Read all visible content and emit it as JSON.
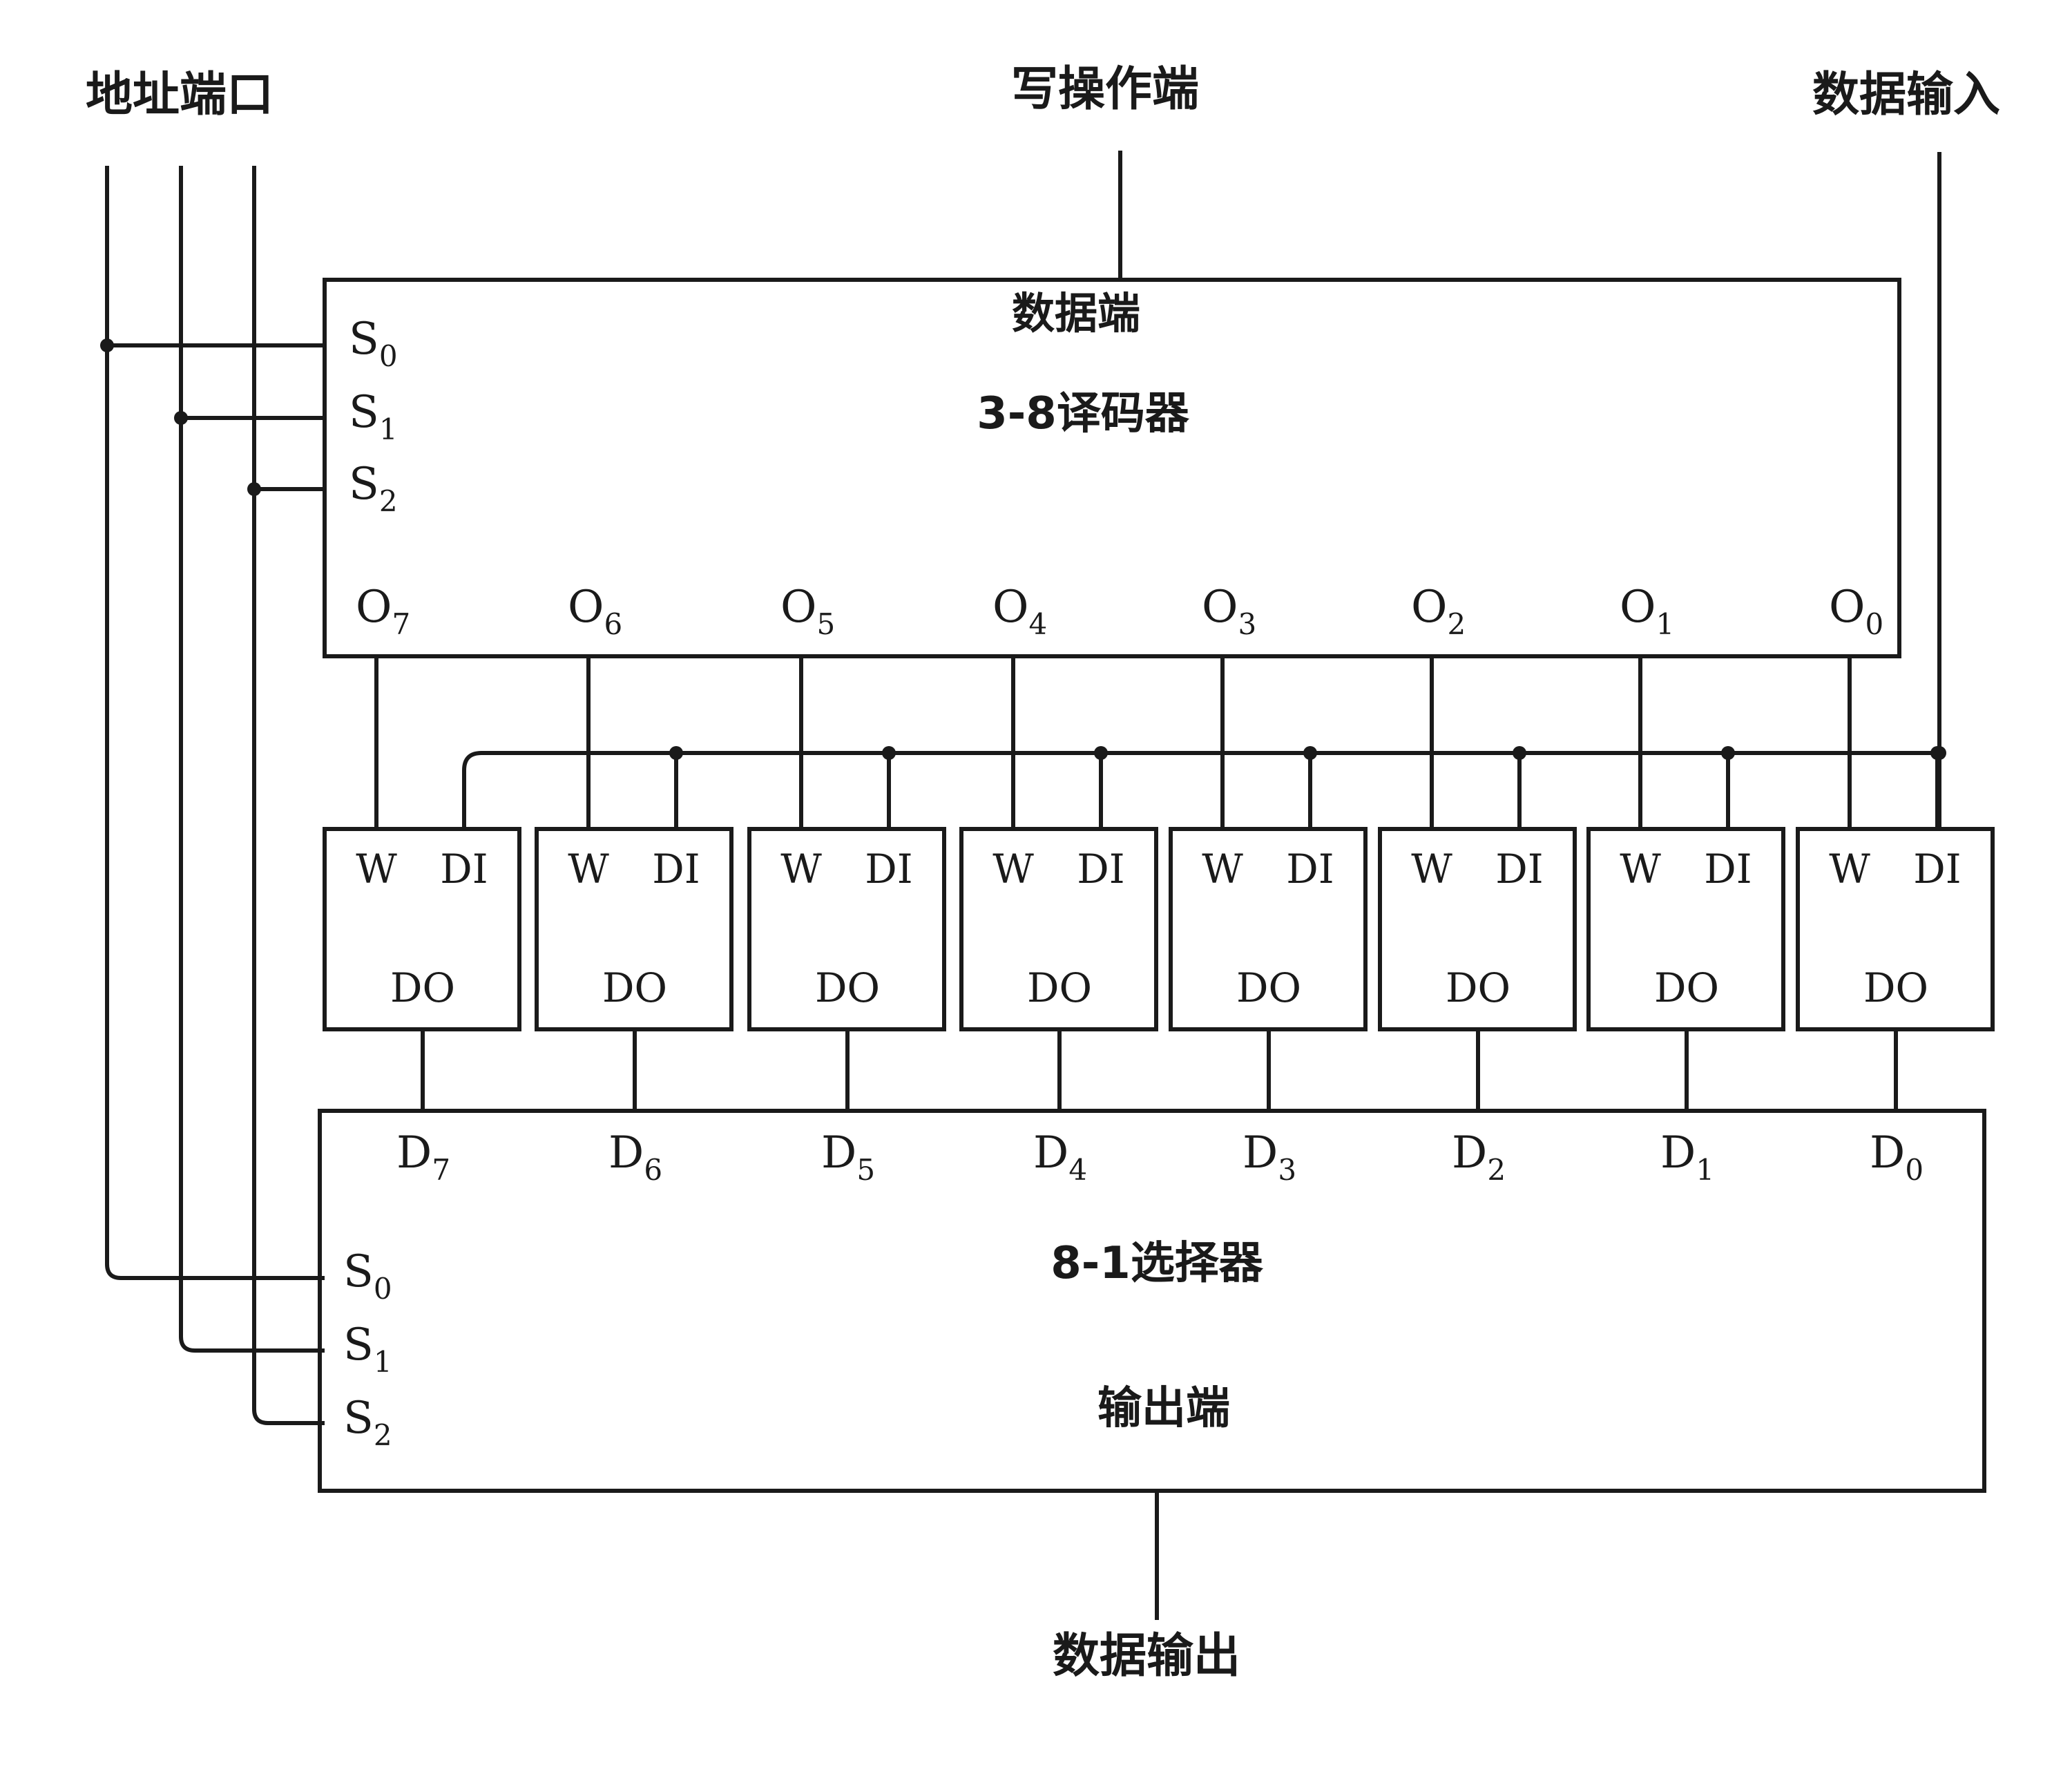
{
  "labels": {
    "address_port": "地址端口",
    "write_port": "写操作端",
    "data_input": "数据输入",
    "data_output": "数据输出"
  },
  "decoder": {
    "title": "3-8译码器",
    "data_port_label": "数据端",
    "select_inputs": [
      {
        "base": "S",
        "sub": "0"
      },
      {
        "base": "S",
        "sub": "1"
      },
      {
        "base": "S",
        "sub": "2"
      }
    ],
    "outputs": [
      {
        "base": "O",
        "sub": "7"
      },
      {
        "base": "O",
        "sub": "6"
      },
      {
        "base": "O",
        "sub": "5"
      },
      {
        "base": "O",
        "sub": "4"
      },
      {
        "base": "O",
        "sub": "3"
      },
      {
        "base": "O",
        "sub": "2"
      },
      {
        "base": "O",
        "sub": "1"
      },
      {
        "base": "O",
        "sub": "0"
      }
    ]
  },
  "cells": {
    "count": 8,
    "write_label": "W",
    "data_in_label": "DI",
    "data_out_label": "DO"
  },
  "mux": {
    "title": "8-1选择器",
    "output_port_label": "输出端",
    "inputs": [
      {
        "base": "D",
        "sub": "7"
      },
      {
        "base": "D",
        "sub": "6"
      },
      {
        "base": "D",
        "sub": "5"
      },
      {
        "base": "D",
        "sub": "4"
      },
      {
        "base": "D",
        "sub": "3"
      },
      {
        "base": "D",
        "sub": "2"
      },
      {
        "base": "D",
        "sub": "1"
      },
      {
        "base": "D",
        "sub": "0"
      }
    ],
    "select_inputs": [
      {
        "base": "S",
        "sub": "0"
      },
      {
        "base": "S",
        "sub": "1"
      },
      {
        "base": "S",
        "sub": "2"
      }
    ]
  }
}
